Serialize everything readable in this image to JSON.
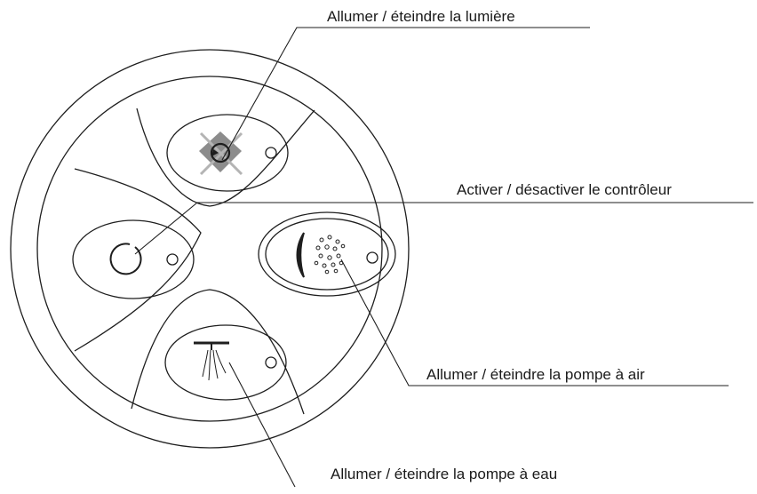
{
  "labels": {
    "light": "Allumer / éteindre la lumière",
    "controller": "Activer / désactiver le contrôleur",
    "air_pump": "Allumer / éteindre la pompe à air",
    "water_pump": "Allumer / éteindre la pompe à eau"
  },
  "colors": {
    "line": "#1e1e1e",
    "light_glow": "#8c8c8c",
    "background": "#ffffff"
  },
  "icons": {
    "light": "lightbulb-icon",
    "controller": "power-icon",
    "air_pump": "air-bubbles-icon",
    "water_pump": "water-jet-icon",
    "indicator": "indicator-dot-icon"
  }
}
